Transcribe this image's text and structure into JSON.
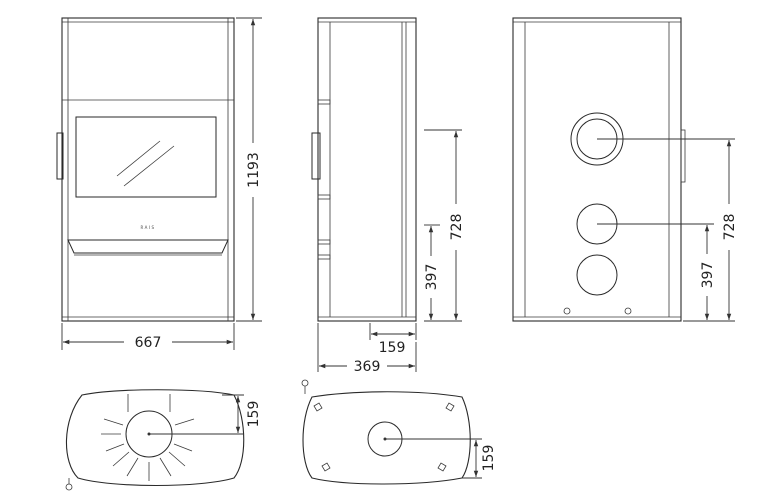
{
  "brand": "RAIS",
  "dimensions": {
    "front_width": "667",
    "front_height": "1193",
    "side_depth": "369",
    "side_offset": "159",
    "side_height_upper": "728",
    "side_height_lower": "397",
    "back_height_upper": "728",
    "back_height_lower": "397",
    "top_left_offset": "159",
    "bottom_right_offset": "159"
  }
}
